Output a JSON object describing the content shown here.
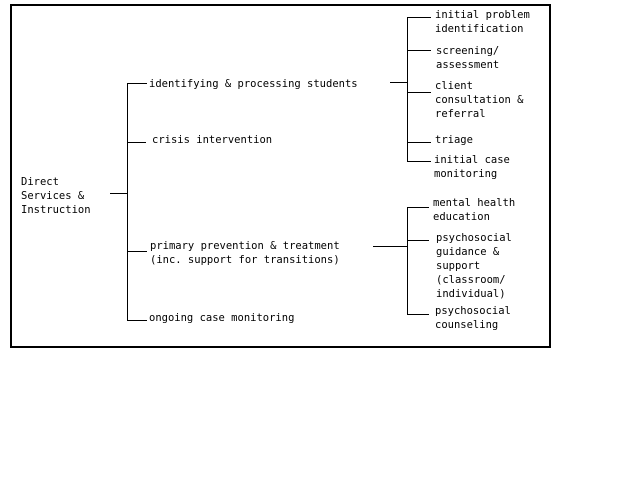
{
  "tree": {
    "root": {
      "label": "Direct\nServices &\nInstruction"
    },
    "branches": [
      {
        "label": "identifying & processing students",
        "children": [
          "initial problem\nidentification",
          "screening/\nassessment",
          "client\nconsultation &\nreferral",
          "triage",
          "initial case\nmonitoring"
        ]
      },
      {
        "label": "crisis intervention",
        "children": []
      },
      {
        "label": "primary prevention & treatment\n(inc. support for transitions)",
        "children": [
          "mental health\neducation",
          "psychosocial\nguidance &\nsupport\n(classroom/\nindividual)",
          "psychosocial\ncounseling"
        ]
      },
      {
        "label": "ongoing case monitoring",
        "children": []
      }
    ]
  },
  "colors": {
    "background": "#ffffff",
    "line": "#000000",
    "text": "#000000"
  }
}
